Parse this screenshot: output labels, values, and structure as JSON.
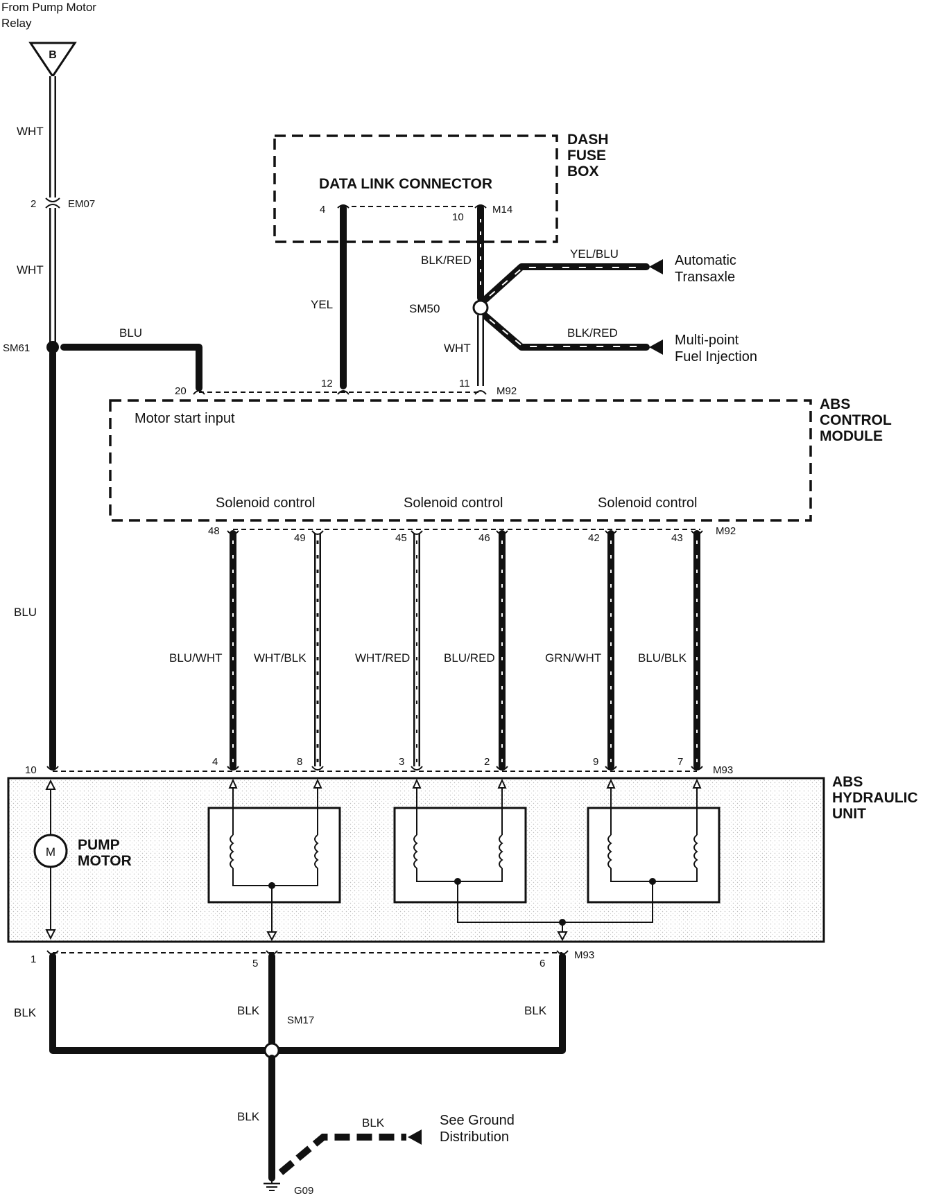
{
  "source": {
    "line1": "From Pump Motor",
    "line2": "Relay",
    "terminal": "B"
  },
  "wires": {
    "wht_top": "WHT",
    "em07_pin": "2",
    "em07": "EM07",
    "wht_mid": "WHT",
    "sm61": "SM61",
    "blu_top": "BLU",
    "blu_long": "BLU",
    "yel": "YEL",
    "blk_red_top": "BLK/RED",
    "sm50": "SM50",
    "wht_sm50": "WHT",
    "yel_blu": "YEL/BLU",
    "blk_red_mfi": "BLK/RED",
    "blu_wht": "BLU/WHT",
    "wht_blk": "WHT/BLK",
    "wht_red": "WHT/RED",
    "blu_red": "BLU/RED",
    "grn_wht": "GRN/WHT",
    "blu_blk": "BLU/BLK",
    "blk_left": "BLK",
    "blk_center": "BLK",
    "blk_right": "BLK",
    "sm17": "SM17",
    "blk_lower": "BLK",
    "blk_ground": "BLK",
    "g09": "G09"
  },
  "destinations": {
    "at_line1": "Automatic",
    "at_line2": "Transaxle",
    "mfi_line1": "Multi-point",
    "mfi_line2": "Fuel Injection",
    "ground_line1": "See Ground",
    "ground_line2": "Distribution"
  },
  "dash_fuse_box": {
    "title1": "DASH",
    "title2": "FUSE",
    "title3": "BOX",
    "dlc": "DATA LINK CONNECTOR",
    "pin4": "4",
    "pin10": "10",
    "connector": "M14"
  },
  "abs_control_module": {
    "title1": "ABS",
    "title2": "CONTROL",
    "title3": "MODULE",
    "motor_start": "Motor start input",
    "solenoid1": "Solenoid control",
    "solenoid2": "Solenoid control",
    "solenoid3": "Solenoid control",
    "pin20": "20",
    "pin12": "12",
    "pin11": "11",
    "connector_top": "M92",
    "pin48": "48",
    "pin49": "49",
    "pin45": "45",
    "pin46": "46",
    "pin42": "42",
    "pin43": "43",
    "connector_bottom": "M92"
  },
  "abs_hydraulic_unit": {
    "title1": "ABS",
    "title2": "HYDRAULIC",
    "title3": "UNIT",
    "pump1": "PUMP",
    "pump2": "MOTOR",
    "motor_symbol": "M",
    "pin10": "10",
    "pin4": "4",
    "pin8": "8",
    "pin3": "3",
    "pin2": "2",
    "pin9": "9",
    "pin7": "7",
    "connector_top": "M93",
    "pin1": "1",
    "pin5": "5",
    "pin6": "6",
    "connector_bottom": "M93"
  }
}
